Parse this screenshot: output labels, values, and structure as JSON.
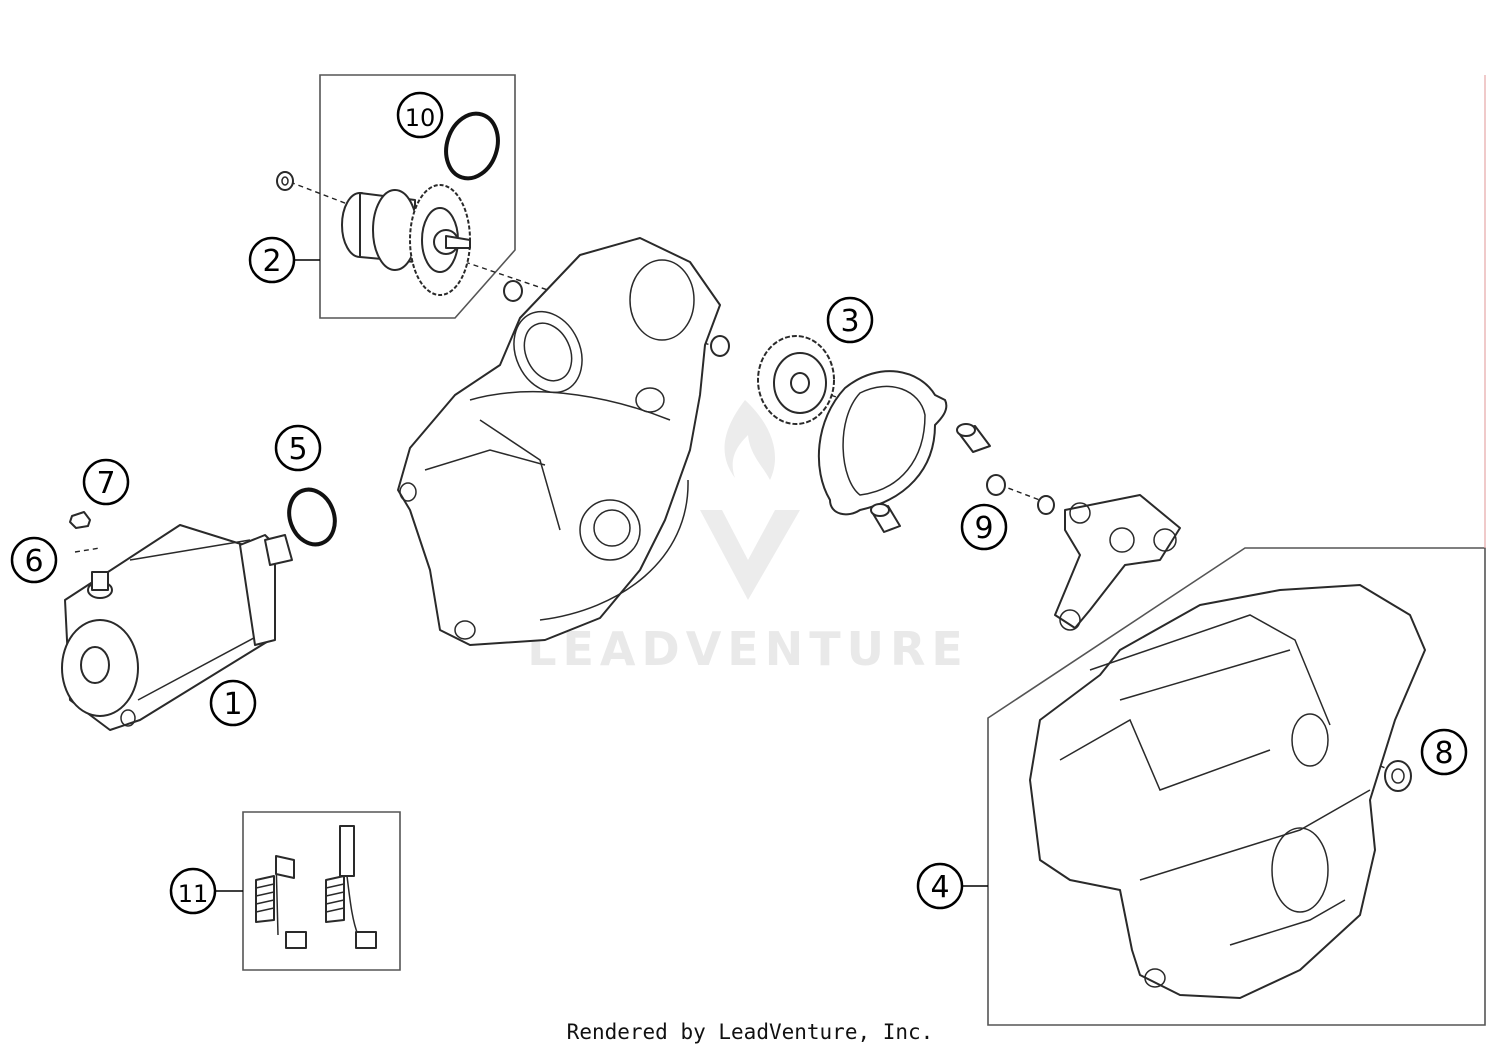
{
  "watermark": {
    "text": "LEADVENTURE"
  },
  "footer": {
    "text": "Rendered by LeadVenture, Inc."
  },
  "callouts": [
    "1",
    "2",
    "3",
    "4",
    "5",
    "6",
    "7",
    "8",
    "9",
    "10",
    "11"
  ]
}
